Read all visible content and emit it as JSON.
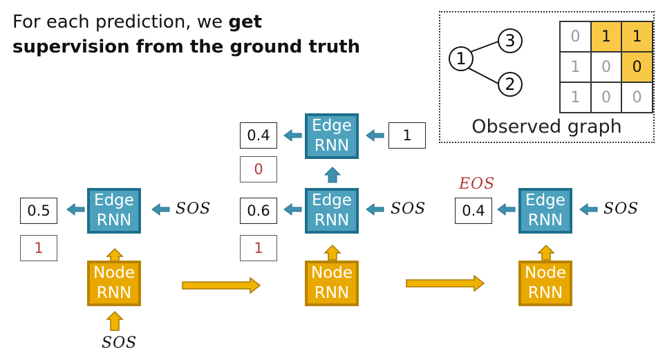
{
  "title": {
    "prefix": "For each prediction, we ",
    "bold1": "get",
    "bold2": "supervision from the ground truth"
  },
  "observed_graph": {
    "label": "Observed graph",
    "nodes": [
      "1",
      "2",
      "3"
    ],
    "edges": [
      [
        "1",
        "3"
      ],
      [
        "1",
        "2"
      ]
    ],
    "matrix": [
      [
        "0",
        "1",
        "1"
      ],
      [
        "1",
        "0",
        "0"
      ],
      [
        "1",
        "0",
        "0"
      ]
    ],
    "highlighted_cells": [
      [
        0,
        1
      ],
      [
        0,
        2
      ],
      [
        1,
        2
      ]
    ]
  },
  "rnn_labels": {
    "edge_line1": "Edge",
    "edge_line2": "RNN",
    "node_line1": "Node",
    "node_line2": "RNN"
  },
  "tokens": {
    "sos": "SOS",
    "eos": "EOS"
  },
  "step1": {
    "prediction": "0.5",
    "ground_truth": "1"
  },
  "step2": {
    "edge1_prediction": "0.6",
    "edge1_ground_truth": "1",
    "edge2_prediction": "0.4",
    "edge2_ground_truth": "0",
    "edge2_input": "1"
  },
  "step3": {
    "prediction": "0.4"
  },
  "colors": {
    "edge_rnn": "#4da1bd",
    "node_rnn": "#e8a800",
    "ground_truth_text": "#b23a3a",
    "highlight_cell": "#f9c846"
  }
}
